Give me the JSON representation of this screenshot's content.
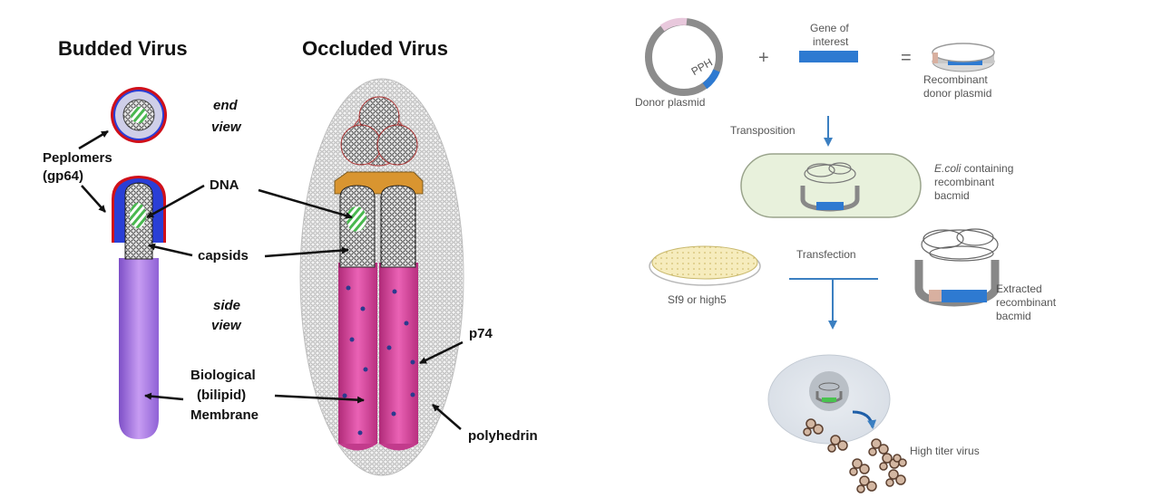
{
  "left_panel": {
    "headings": {
      "budded": "Budded Virus",
      "occluded": "Occluded Virus"
    },
    "views": {
      "end_1": "end",
      "end_2": "view",
      "side_1": "side",
      "side_2": "view"
    },
    "labels": {
      "peplomers_1": "Peplomers",
      "peplomers_2": "(gp64)",
      "dna": "DNA",
      "capsids": "capsids",
      "membrane_1": "Biological",
      "membrane_2": "(bilipid)",
      "membrane_3": "Membrane",
      "p74": "p74",
      "polyhedrin": "polyhedrin"
    }
  },
  "right_panel": {
    "donor_plasmid": "Donor plasmid",
    "promoter": "PPH",
    "plus": "+",
    "equals": "=",
    "gene_1": "Gene of",
    "gene_2": "interest",
    "recombinant_1": "Recombinant",
    "recombinant_2": "donor plasmid",
    "transposition": "Transposition",
    "ecoli_1": "E.coli",
    "ecoli_1b": " containing",
    "ecoli_2": "recombinant",
    "ecoli_3": "bacmid",
    "transfection": "Transfection",
    "cells": "Sf9 or high5",
    "extracted_1": "Extracted",
    "extracted_2": "recombinant",
    "extracted_3": "bacmid",
    "virus": "High titer virus"
  },
  "colors": {
    "peplomer_red": "#d0101a",
    "envelope_blue": "#2a3fd6",
    "membrane_purple": "#b27ee6",
    "polyhedrin_pink": "#e0449e",
    "dna_green": "#49b84f",
    "plasmid_gray": "#8c8c8c",
    "gene_blue": "#2e7ad1",
    "ecoli_fill": "#e8f1dc",
    "arrow_blue": "#3b7fc1"
  }
}
